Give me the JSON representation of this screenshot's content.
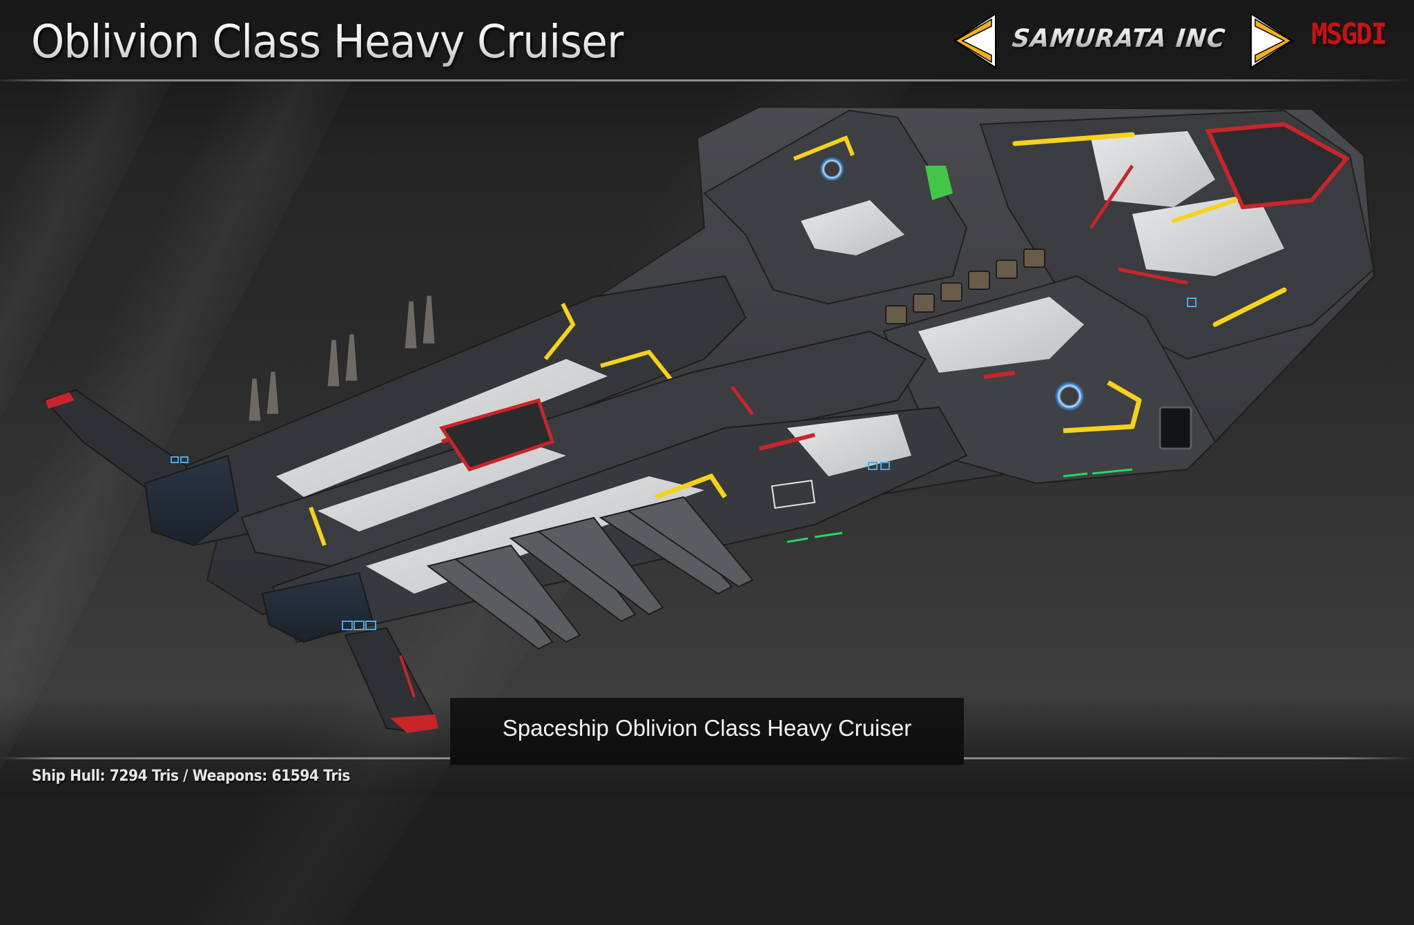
{
  "header": {
    "title": "Oblivion Class Heavy Cruiser",
    "brand": {
      "name": "SAMURATA INC",
      "prev_icon": "arrow-left-icon",
      "next_icon": "arrow-right-icon",
      "arrow_fill": "#ffffff",
      "arrow_accent": "#f2b01e"
    },
    "logo": {
      "text": "MSGDI",
      "color": "#c4141a"
    }
  },
  "showcase": {
    "subject": "Spaceship render",
    "accent_colors": {
      "hull_dark": "#3a3b3d",
      "hull_light": "#d9dadb",
      "glow_yellow": "#f5d21e",
      "stripe_red": "#c8252a",
      "light_blue": "#4aa8e8",
      "light_green": "#25d865"
    }
  },
  "caption": {
    "text": "Spaceship Oblivion Class Heavy Cruiser"
  },
  "footer": {
    "stats": "Ship Hull: 7294 Tris / Weapons: 61594 Tris"
  }
}
